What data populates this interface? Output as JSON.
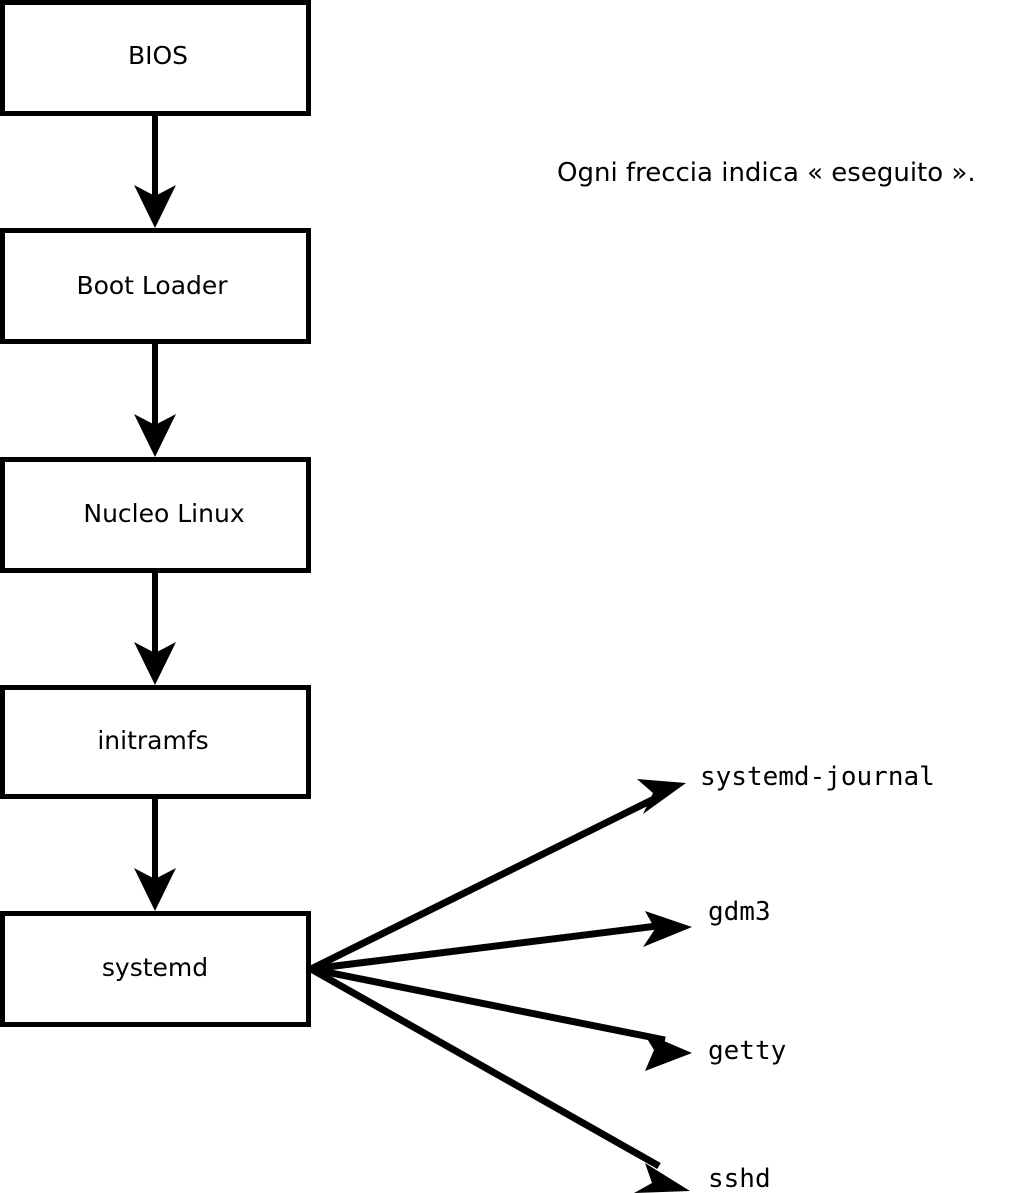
{
  "diagram": {
    "title": "Linux boot sequence diagram",
    "note": "Ogni freccia indica « eseguito ».",
    "colors": {
      "stroke": "#000000",
      "fill": "#ffffff",
      "background": "#ffffff"
    },
    "boot_chain": [
      {
        "id": "bios",
        "label": "BIOS"
      },
      {
        "id": "boot-loader",
        "label": "Boot Loader"
      },
      {
        "id": "kernel",
        "label": "Nucleo Linux"
      },
      {
        "id": "initramfs",
        "label": "initramfs"
      },
      {
        "id": "systemd",
        "label": "systemd"
      }
    ],
    "services": [
      {
        "id": "systemd-journal",
        "label": "systemd-journal"
      },
      {
        "id": "gdm3",
        "label": "gdm3"
      },
      {
        "id": "getty",
        "label": "getty"
      },
      {
        "id": "sshd",
        "label": "sshd"
      }
    ]
  },
  "chart_data": {
    "type": "diagram",
    "title": "Linux boot sequence",
    "nodes": [
      "BIOS",
      "Boot Loader",
      "Nucleo Linux",
      "initramfs",
      "systemd",
      "systemd-journal",
      "gdm3",
      "getty",
      "sshd"
    ],
    "edges": [
      {
        "from": "BIOS",
        "to": "Boot Loader",
        "meaning": "eseguito"
      },
      {
        "from": "Boot Loader",
        "to": "Nucleo Linux",
        "meaning": "eseguito"
      },
      {
        "from": "Nucleo Linux",
        "to": "initramfs",
        "meaning": "eseguito"
      },
      {
        "from": "initramfs",
        "to": "systemd",
        "meaning": "eseguito"
      },
      {
        "from": "systemd",
        "to": "systemd-journal",
        "meaning": "eseguito"
      },
      {
        "from": "systemd",
        "to": "gdm3",
        "meaning": "eseguito"
      },
      {
        "from": "systemd",
        "to": "getty",
        "meaning": "eseguito"
      },
      {
        "from": "systemd",
        "to": "sshd",
        "meaning": "eseguito"
      }
    ],
    "annotations": [
      "Ogni freccia indica « eseguito »."
    ],
    "legend": []
  }
}
